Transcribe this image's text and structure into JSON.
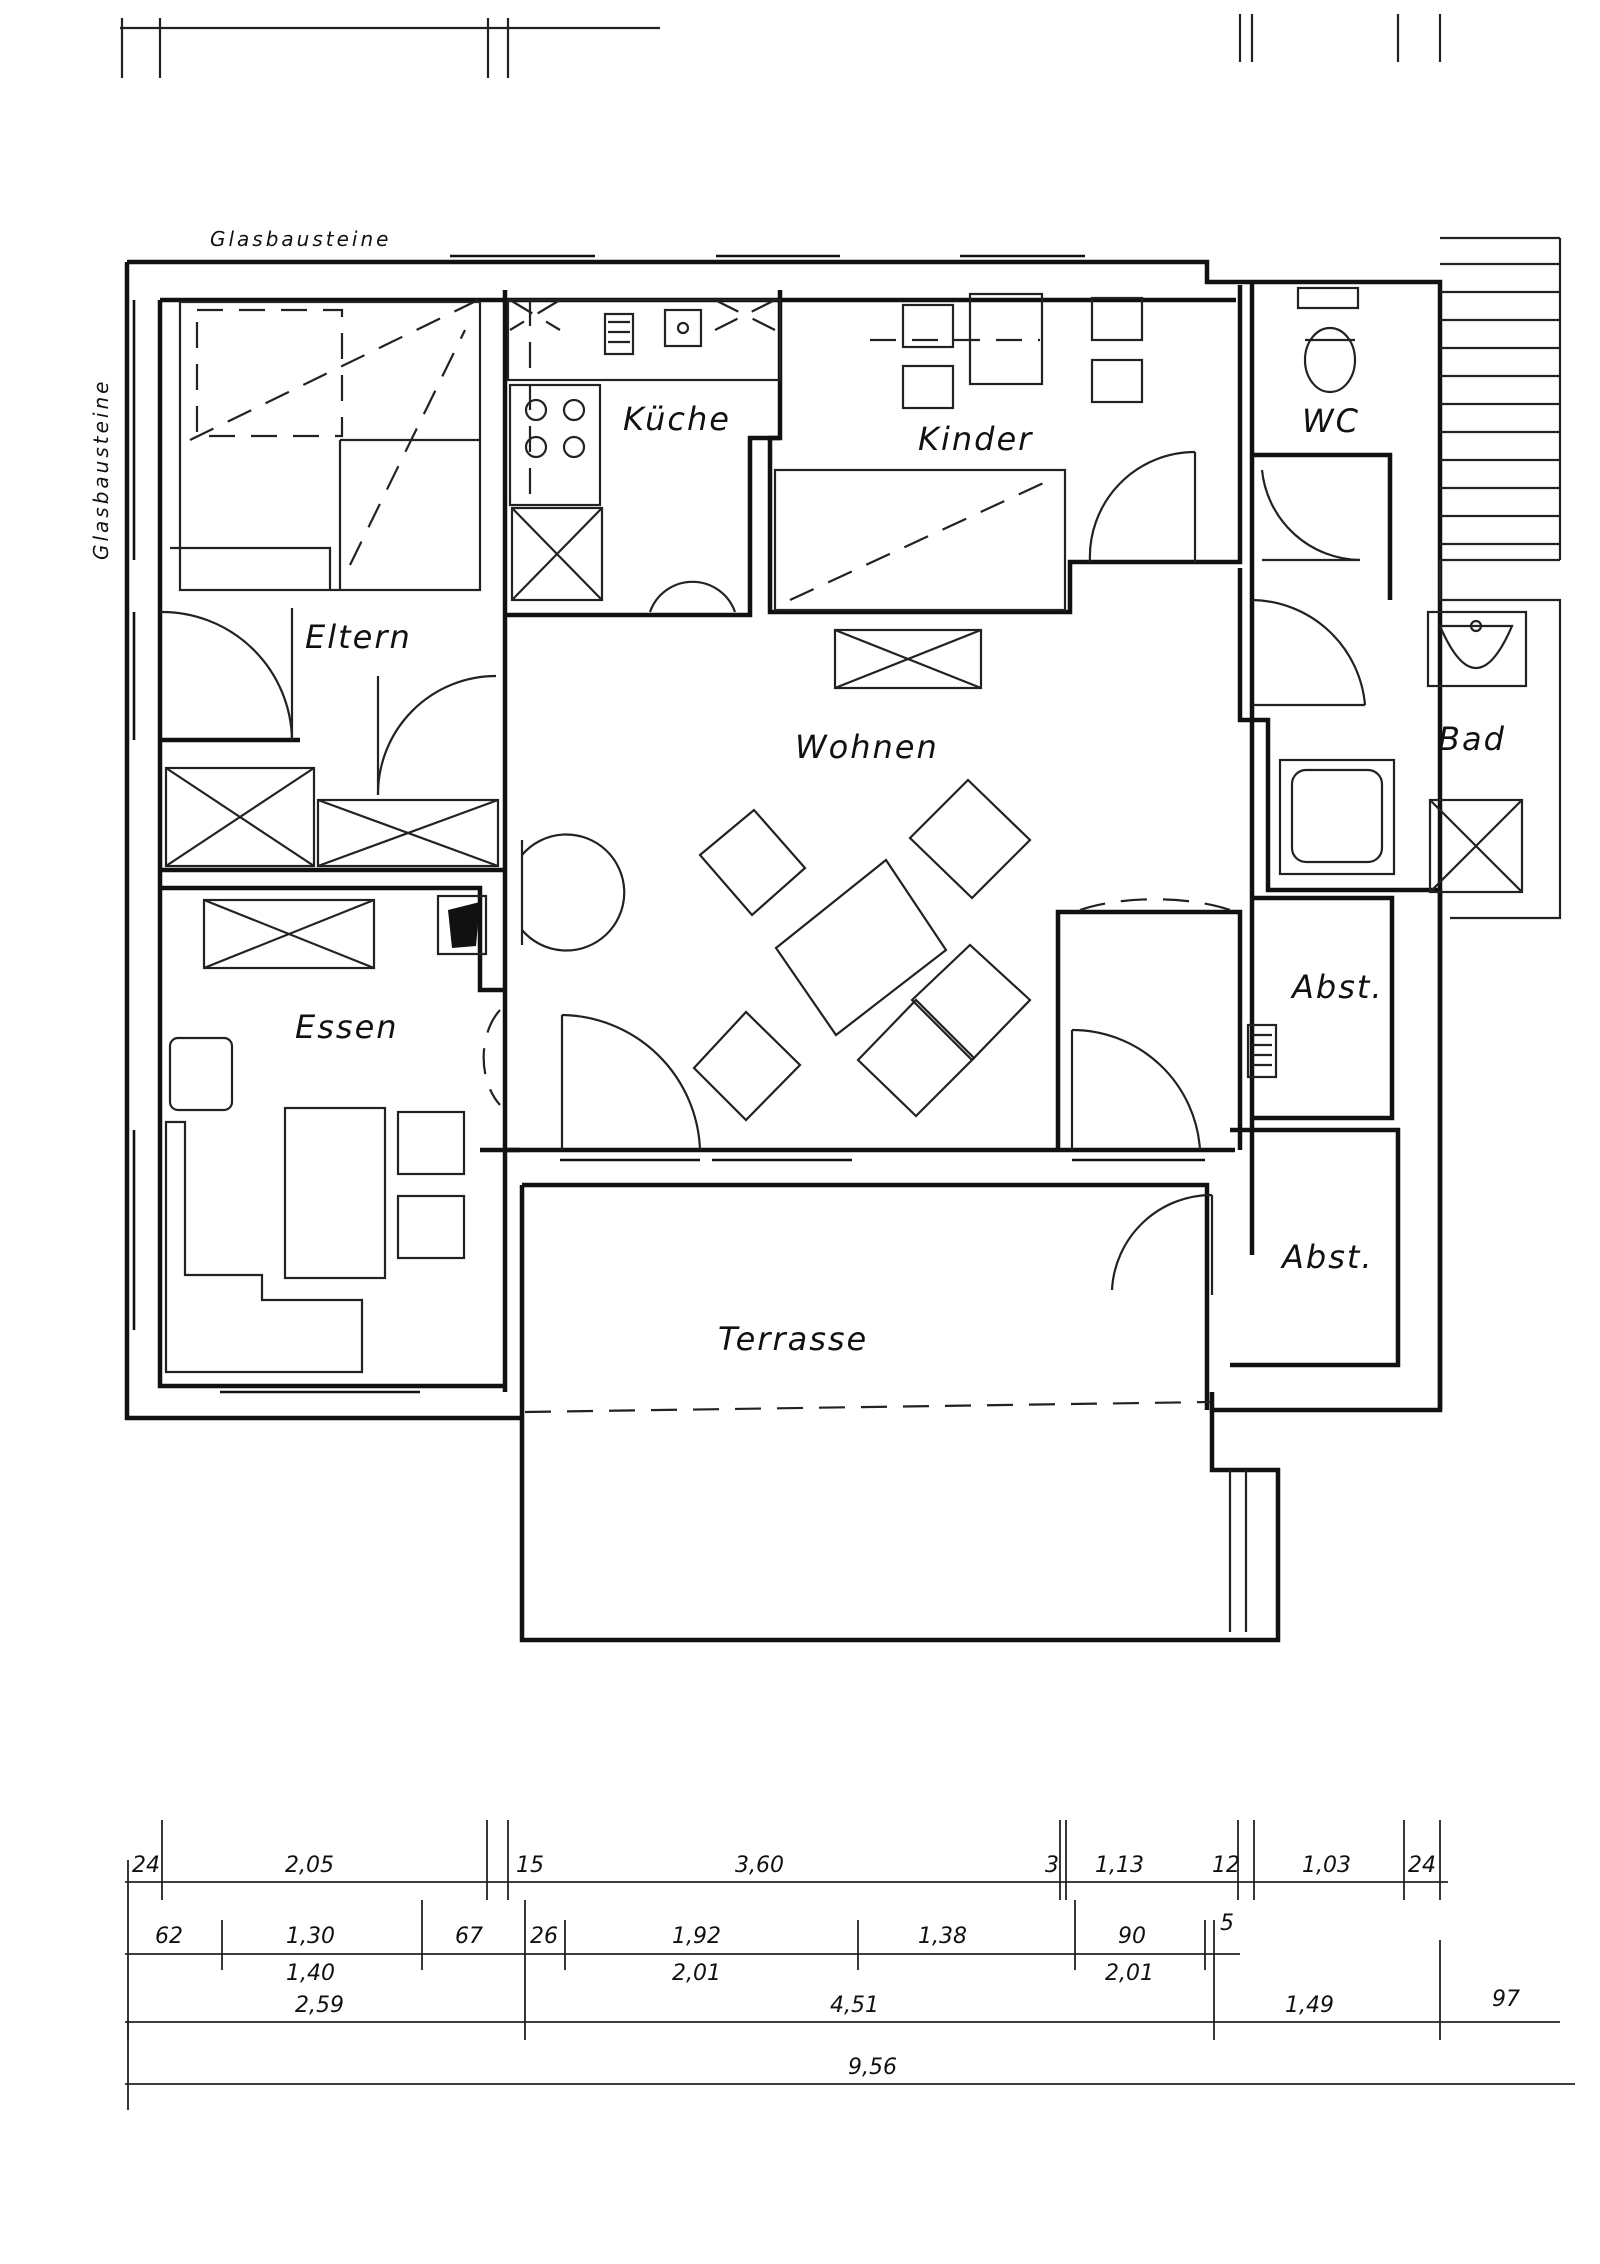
{
  "plan": {
    "annotations": {
      "glass_top": "Glasbausteine",
      "glass_left": "Glasbausteine"
    },
    "rooms": {
      "eltern": "Eltern",
      "kueche": "Küche",
      "kinder": "Kinder",
      "wc": "WC",
      "bad": "Bad",
      "wohnen": "Wohnen",
      "essen": "Essen",
      "abst1": "Abst.",
      "abst2": "Abst.",
      "terrasse": "Terrasse"
    }
  },
  "dimensions": {
    "row1": [
      "24",
      "2,05",
      "15",
      "3,60",
      "3",
      "1,13",
      "12",
      "1,03",
      "24"
    ],
    "row2_top": [
      "62",
      "1,30",
      "67",
      "26",
      "1,92",
      "1,38",
      "90",
      "5"
    ],
    "row2_bottom": [
      "1,40",
      "2,01",
      "2,01"
    ],
    "row3": [
      "2,59",
      "4,51",
      "1,49",
      "97"
    ],
    "row4": [
      "9,56"
    ]
  }
}
